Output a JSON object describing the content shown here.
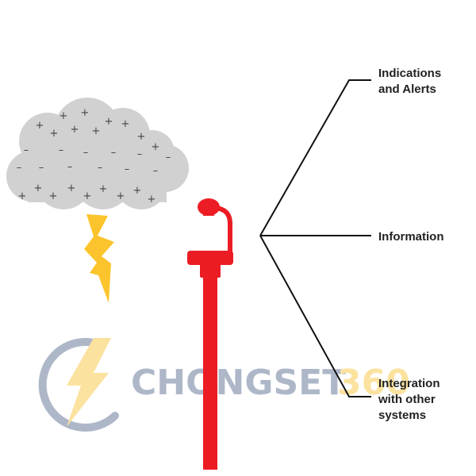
{
  "labels": {
    "indications": "Indications\nand Alerts",
    "information": "Information",
    "integration": "Integration\nwith other\nsystems"
  },
  "cloud": {
    "plus_glyph": "+",
    "minus_glyph": "–"
  },
  "watermark": {
    "text_main": "CHONGSET",
    "text_accent": "360"
  },
  "colors": {
    "sensor_red": "#ec1c24",
    "bolt_yellow": "#fcc42c",
    "cloud_gray": "#d1d1d1",
    "line_black": "#111111",
    "label_text": "#222222",
    "watermark_blue": "#a9b4c6",
    "watermark_yellow": "#fbe19a"
  },
  "icons": [
    "storm-cloud-icon",
    "lightning-bolt-icon",
    "lightning-detector-icon",
    "watermark-logo-icon"
  ]
}
